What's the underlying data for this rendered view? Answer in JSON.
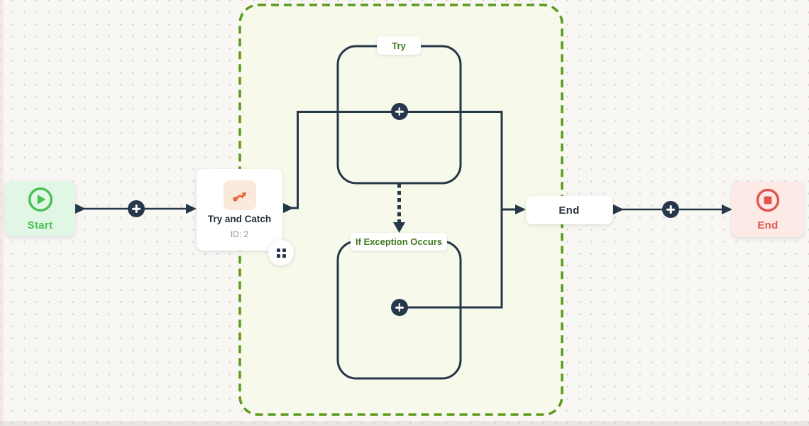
{
  "palette": {
    "canvas_bg": "#f9f7f4",
    "dot": "#d8d4d1",
    "line": "#26374a",
    "scope_border": "#5c9a1b",
    "scope_fill": "#f7faeb",
    "green": "#48bf53",
    "green_bg": "#e2f6e5",
    "label_green": "#3f7a1e",
    "orange": "#e8683c",
    "orange_bg": "#fbe9dc",
    "red": "#e0564a",
    "red_bg": "#fde9e6",
    "muted": "#8b929b",
    "navy_text": "#24313f"
  },
  "nodes": {
    "start": {
      "label": "Start",
      "icon": "play-circle-icon"
    },
    "try_catch": {
      "title": "Try and Catch",
      "id": "ID: 2",
      "icon": "route-arrow-icon"
    },
    "end": {
      "label": "End"
    },
    "final_end": {
      "label": "End",
      "icon": "stop-circle-icon"
    }
  },
  "branches": {
    "try": {
      "label": "Try"
    },
    "exception": {
      "label": "If Exception Occurs"
    }
  }
}
